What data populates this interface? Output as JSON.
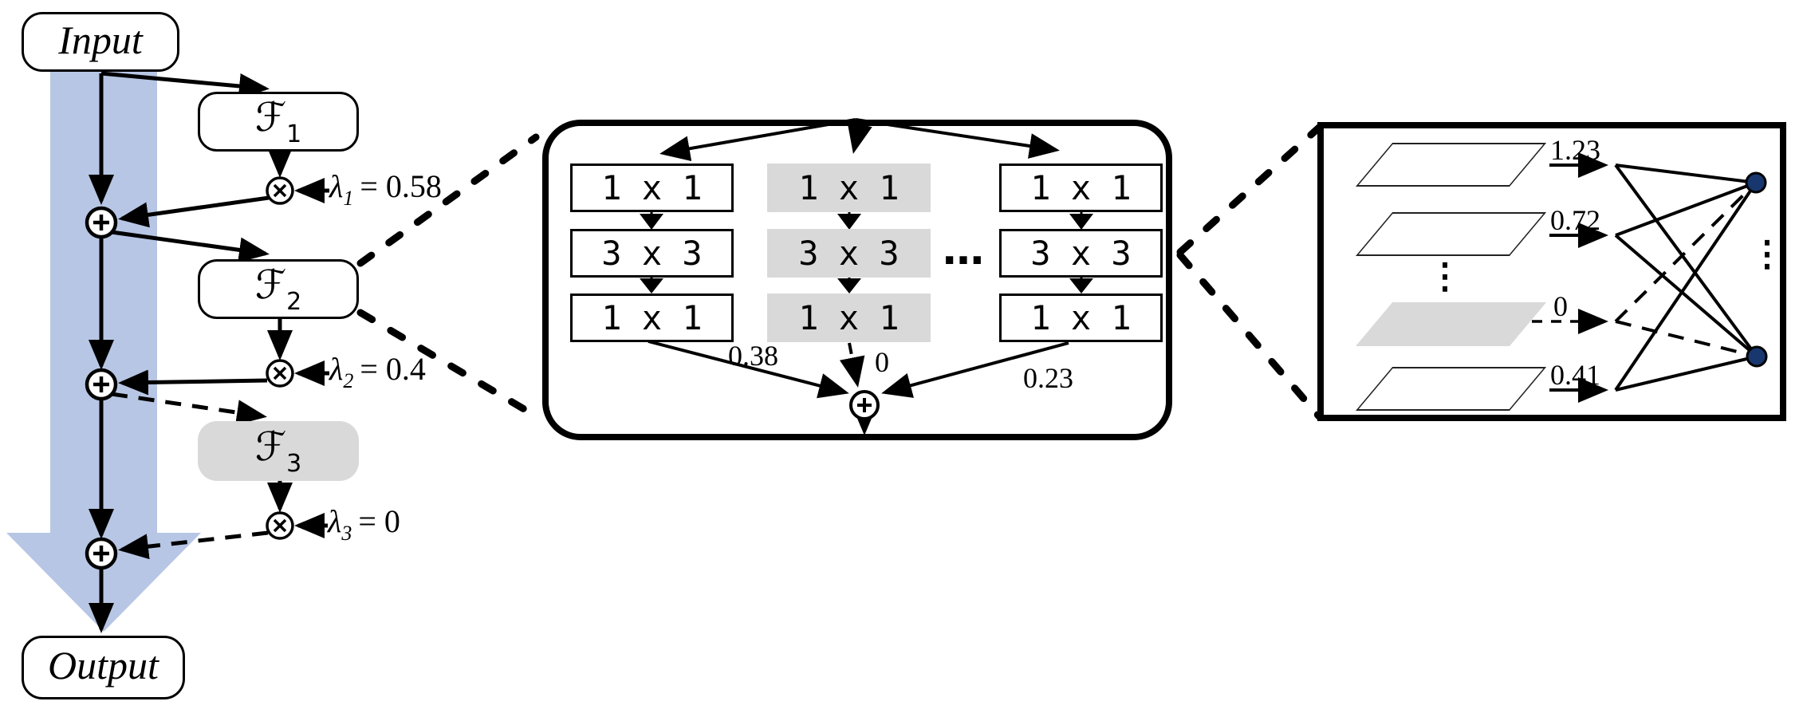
{
  "figure": {
    "left": {
      "input_label": "Input",
      "output_label": "Output",
      "blocks": [
        {
          "sym": "ℱ",
          "sub": "1"
        },
        {
          "sym": "ℱ",
          "sub": "2"
        },
        {
          "sym": "ℱ",
          "sub": "3"
        }
      ],
      "lambdas": [
        {
          "sym": "λ",
          "sub": "1",
          "eq": "= 0.58"
        },
        {
          "sym": "λ",
          "sub": "2",
          "eq": "= 0.4"
        },
        {
          "sym": "λ",
          "sub": "3",
          "eq": "= 0"
        }
      ]
    },
    "middle": {
      "columns": [
        {
          "rows": [
            "1 x 1",
            "3 x 3",
            "1 x 1"
          ],
          "weight": "0.38"
        },
        {
          "rows": [
            "1 x 1",
            "3 x 3",
            "1 x 1"
          ],
          "weight": "0"
        },
        {
          "rows": [
            "1 x 1",
            "3 x 3",
            "1 x 1"
          ],
          "weight": "0.23"
        }
      ],
      "ellipsis": "…"
    },
    "right": {
      "weights": [
        "1.23",
        "0.72",
        "0",
        "0.41"
      ],
      "stack_dots": "⋮",
      "node_dots": "⋮"
    },
    "colors": {
      "band_blue": "#b7c6e4",
      "pruned_gray": "#d9d9d9",
      "node_navy": "#17376e"
    }
  }
}
